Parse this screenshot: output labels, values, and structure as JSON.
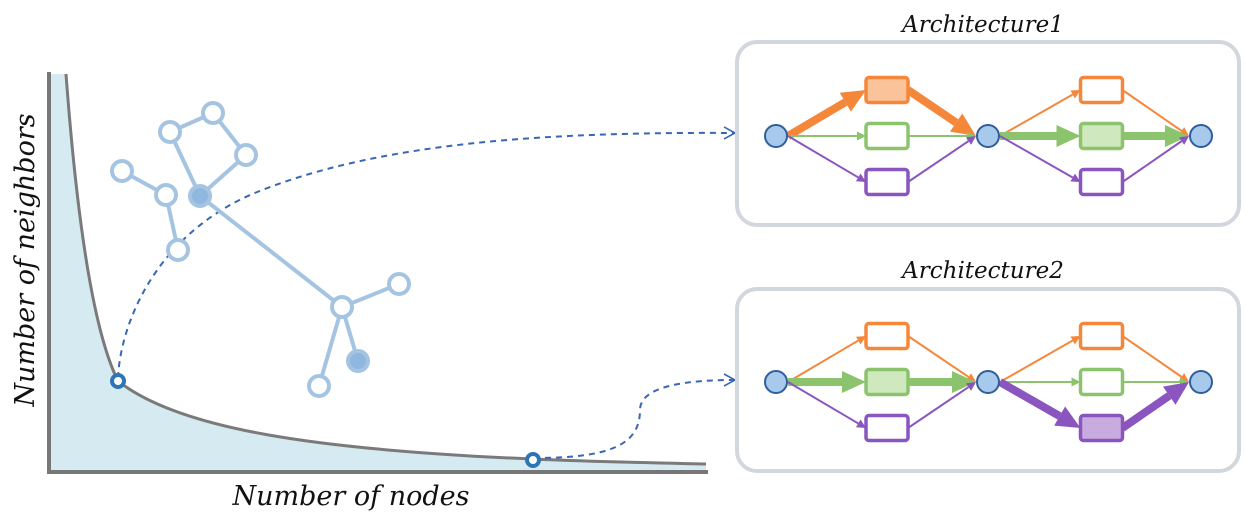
{
  "plot": {
    "x_axis_label": "Number of nodes",
    "y_axis_label": "Number of neighbors",
    "curve_color": "#7a7a7a",
    "fill_color": "#d6eaf2",
    "marker_color": "#2e75b6"
  },
  "graph_colors": {
    "edge": "#a4c4e2",
    "node_fill": "#ffffff",
    "node_fill_selected": "#8fb8e0"
  },
  "architectures": [
    {
      "title": "Architecture1",
      "highlight": [
        "orange",
        "green"
      ]
    },
    {
      "title": "Architecture2",
      "highlight": [
        "green",
        "purple"
      ]
    }
  ],
  "ops_colors": {
    "orange": "#f5873a",
    "orange_fill": "#fbc39a",
    "green": "#8cc36d",
    "green_fill": "#cfe8bd",
    "purple": "#8a55bf",
    "purple_fill": "#c9acdf",
    "node": "#a7c9ec",
    "node_stroke": "#2f5e9b",
    "panel_stroke": "#d2d7de",
    "connector": "#3a66b6"
  }
}
